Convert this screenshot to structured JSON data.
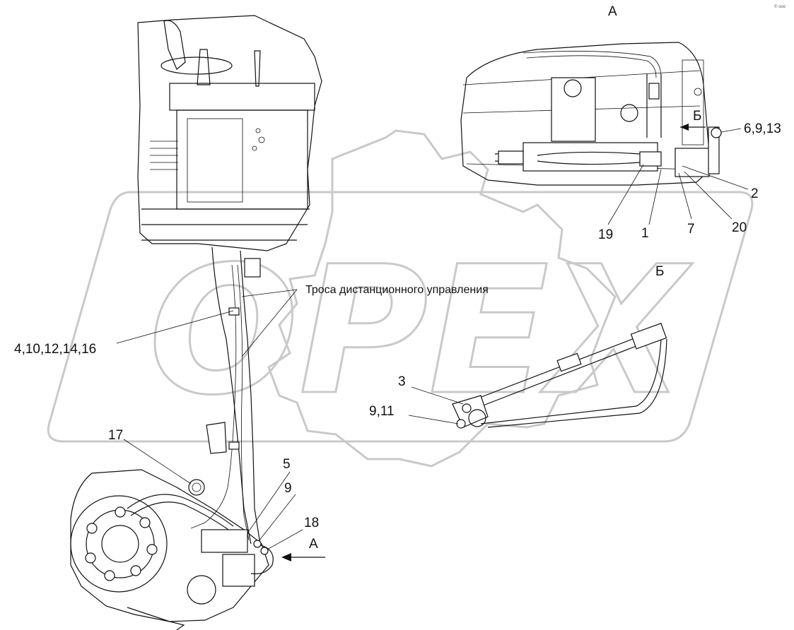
{
  "views": {
    "a_title": "А",
    "b_title": "Б",
    "a_pointer_label": "А",
    "b_pointer_label": "Б"
  },
  "note": {
    "text": "Троса  дистанционного управления"
  },
  "callouts": [
    {
      "id": "c-4-10-12-14-16",
      "text": "4,10,12,14,16"
    },
    {
      "id": "c-6-9-13",
      "text": "6,9,13"
    },
    {
      "id": "c-2",
      "text": "2"
    },
    {
      "id": "c-19",
      "text": "19"
    },
    {
      "id": "c-1",
      "text": "1"
    },
    {
      "id": "c-7",
      "text": "7"
    },
    {
      "id": "c-20",
      "text": "20"
    },
    {
      "id": "c-3",
      "text": "3"
    },
    {
      "id": "c-9-11",
      "text": "9,11"
    },
    {
      "id": "c-17",
      "text": "17"
    },
    {
      "id": "c-5",
      "text": "5"
    },
    {
      "id": "c-9",
      "text": "9"
    },
    {
      "id": "c-18",
      "text": "18"
    }
  ],
  "watermark": {
    "text": "OPEX",
    "corner_mark": "© ooo"
  },
  "colors": {
    "ink": "#111111",
    "watermark": "#c9c9c9",
    "background": "#ffffff"
  }
}
